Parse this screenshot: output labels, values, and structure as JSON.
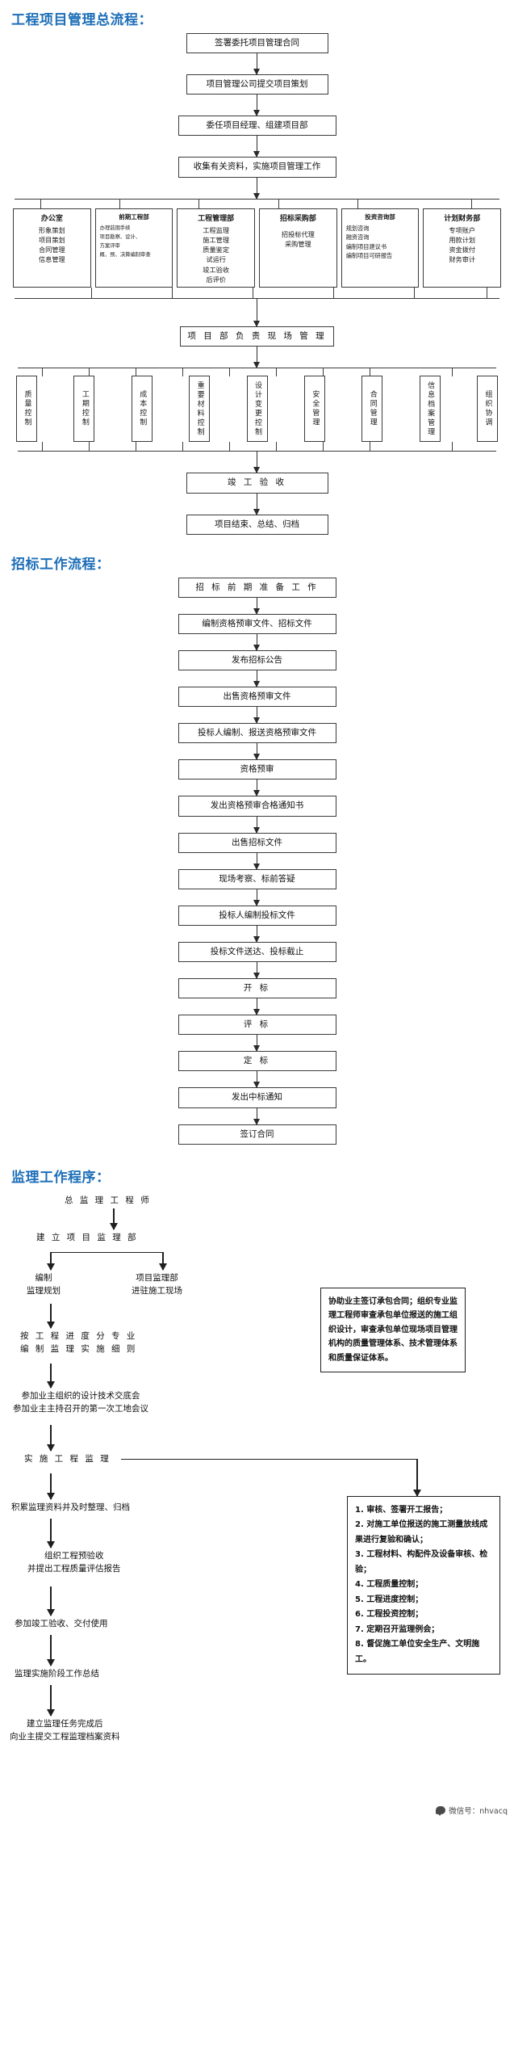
{
  "sections": {
    "overall": {
      "title": "工程项目管理总流程："
    },
    "bidding": {
      "title": "招标工作流程："
    },
    "supervision": {
      "title": "监理工作程序："
    }
  },
  "overall_flow": {
    "top_steps": [
      "签署委托项目管理合同",
      "项目管理公司提交项目策划",
      "委任项目经理、组建项目部",
      "收集有关资料，实施项目管理工作"
    ],
    "departments": [
      {
        "name": "办公室",
        "items": [
          "形象策划",
          "项目策划",
          "合同管理",
          "信息管理"
        ]
      },
      {
        "name": "前期工程部",
        "items": [
          "办理前期手续",
          "项目勘察、设计、",
          "方案评审",
          "概、预、决算编制审查"
        ]
      },
      {
        "name": "工程管理部",
        "items": [
          "工程监理",
          "施工管理",
          "质量鉴定",
          "试运行",
          "竣工验收",
          "后评价"
        ]
      },
      {
        "name": "招标采购部",
        "items": [
          "招投标代理",
          "采购管理"
        ]
      },
      {
        "name": "投资咨询部",
        "items": [
          "规划咨询",
          "融资咨询",
          "编制项目建议书",
          "编制项目可研报告"
        ]
      },
      {
        "name": "计划财务部",
        "items": [
          "专项账户",
          "用款计划",
          "资金拨付",
          "财务审计"
        ]
      }
    ],
    "site_management": "项 目 部 负 责 现 场 管 理",
    "controls": [
      "质量控制",
      "工期控制",
      "成本控制",
      "重要材料控制",
      "设计变更控制",
      "安全管理",
      "合同管理",
      "信息档案管理",
      "组织协调"
    ],
    "acceptance": "竣 工 验 收",
    "closing": "项目结束、总结、归档"
  },
  "bidding_flow": {
    "steps": [
      "招 标 前 期 准 备 工 作",
      "编制资格预审文件、招标文件",
      "发布招标公告",
      "出售资格预审文件",
      "投标人编制、报送资格预审文件",
      "资格预审",
      "发出资格预审合格通知书",
      "出售招标文件",
      "现场考察、标前答疑",
      "投标人编制投标文件",
      "投标文件送达、投标截止",
      "开 标",
      "评 标",
      "定 标",
      "发出中标通知",
      "签订合同"
    ]
  },
  "supervision_flow": {
    "nodes": [
      "总 监 理 工 程 师",
      "建 立 项 目 监 理 部",
      "编制\n监理规划",
      "项目监理部\n进驻施工现场",
      "按 工 程 进 度 分 专 业\n编 制 监 理 实 施 细 则",
      "参加业主组织的设计技术交底会\n参加业主主持召开的第一次工地会议",
      "实 施 工 程 监 理",
      "积累监理资料并及时整理、归档",
      "组织工程预验收\n并提出工程质量评估报告",
      "参加竣工验收、交付使用",
      "监理实施阶段工作总结",
      "建立监理任务完成后\n向业主提交工程监理档案资料"
    ],
    "sidebox_top": "协助业主签订承包合同；组织专业监理工程师审查承包单位报送的施工组织设计，审查承包单位现场项目管理机构的质量管理体系、技术管理体系和质量保证体系。",
    "sidebox_bottom": [
      "1.  审核、签署开工报告；",
      "2.  对施工单位报送的施工测量放线成果进行复验和确认；",
      "3.  工程材料、构配件及设备审核、检验；",
      "4.  工程质量控制；",
      "5.  工程进度控制；",
      "6.  工程投资控制；",
      "7.  定期召开监理例会；",
      "8.  督促施工单位安全生产、文明施工。"
    ]
  },
  "watermark": {
    "label": "微信号：nhvacq"
  },
  "colors": {
    "heading": "#1d6fb8",
    "line": "#2b2b2b",
    "box_border": "#3b3b3b"
  }
}
